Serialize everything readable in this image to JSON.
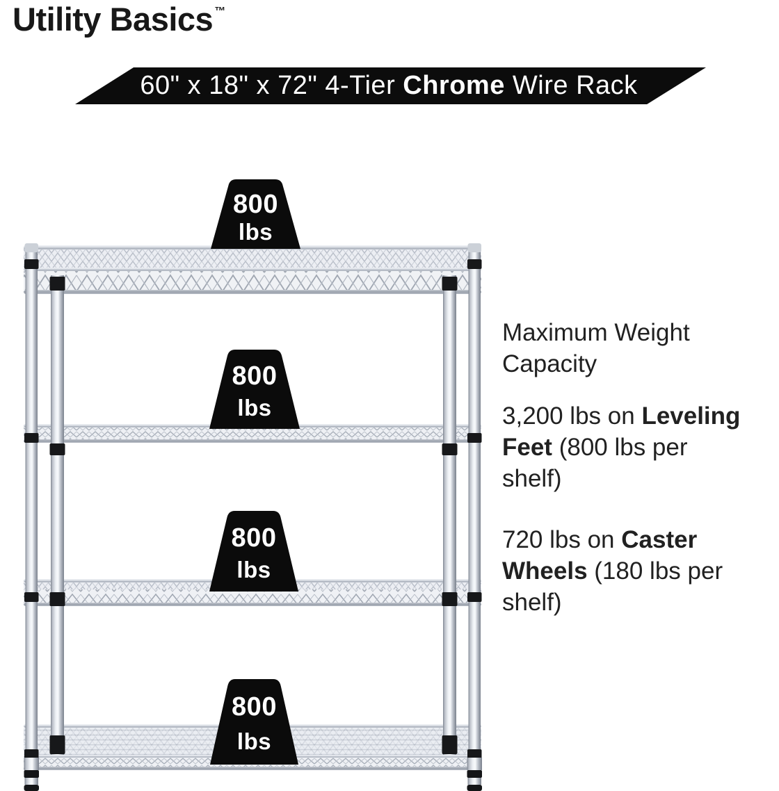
{
  "brand": {
    "name": "Utility Basics",
    "trademark": "™"
  },
  "banner": {
    "part1": "60\" x 18\" x 72\" 4-Tier ",
    "part2": "Chrome",
    "part3": " Wire Rack",
    "bg_color": "#0c0c0c",
    "text_color": "#ffffff"
  },
  "rack": {
    "tiers": 4,
    "finish": "Chrome",
    "shelf_weights": [
      {
        "value": "800",
        "unit": "lbs"
      },
      {
        "value": "800",
        "unit": "lbs"
      },
      {
        "value": "800",
        "unit": "lbs"
      },
      {
        "value": "800",
        "unit": "lbs"
      }
    ]
  },
  "info": {
    "heading_line1": "Maximum Weight",
    "heading_line2": "Capacity",
    "leveling": {
      "line1_normal": "3,200 lbs on ",
      "line1_bold": "Leveling",
      "line2_bold": "Feet",
      "line2_normal": " (800 lbs per",
      "line3": "shelf)"
    },
    "caster": {
      "line1_normal": "720 lbs on ",
      "line1_bold": "Caster",
      "line2_bold": "Wheels",
      "line2_normal": " (180 lbs per",
      "line3": "shelf)"
    }
  },
  "colors": {
    "accent_black": "#0c0c0c",
    "chrome_light": "#f4f6f9",
    "chrome_dark": "#7e8590",
    "text": "#212121"
  }
}
